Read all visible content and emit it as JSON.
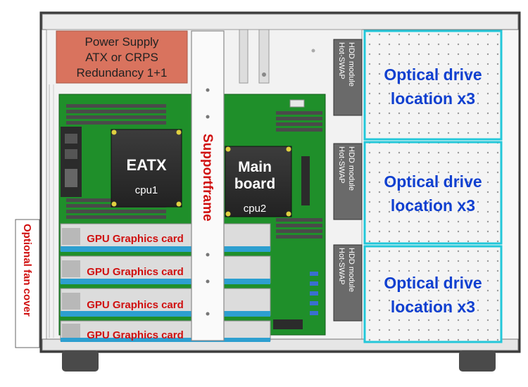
{
  "labels": {
    "power_supply": [
      "Power Supply",
      "ATX or CRPS",
      "Redundancy 1+1"
    ],
    "cpu1_board": "EATX",
    "cpu1": "cpu1",
    "main_board": [
      "Main",
      "board"
    ],
    "cpu2": "cpu2",
    "support_frame": "Supportframe",
    "hdd_module": [
      "Hot-SWAP",
      "HDD module"
    ],
    "gpu_card": "GPU Graphics card",
    "fan_cover": "Optional fan cover",
    "optical_drive": [
      "Optical drive",
      "location x3"
    ]
  },
  "colors": {
    "psu_fill": "#d9735e",
    "psu_text": "#222222",
    "pcb": "#1f8f2a",
    "red_label": "#d01010",
    "blue_label": "#1040d0",
    "highlight_frame": "#23c7d9",
    "chassis": "#4a4a4a"
  }
}
